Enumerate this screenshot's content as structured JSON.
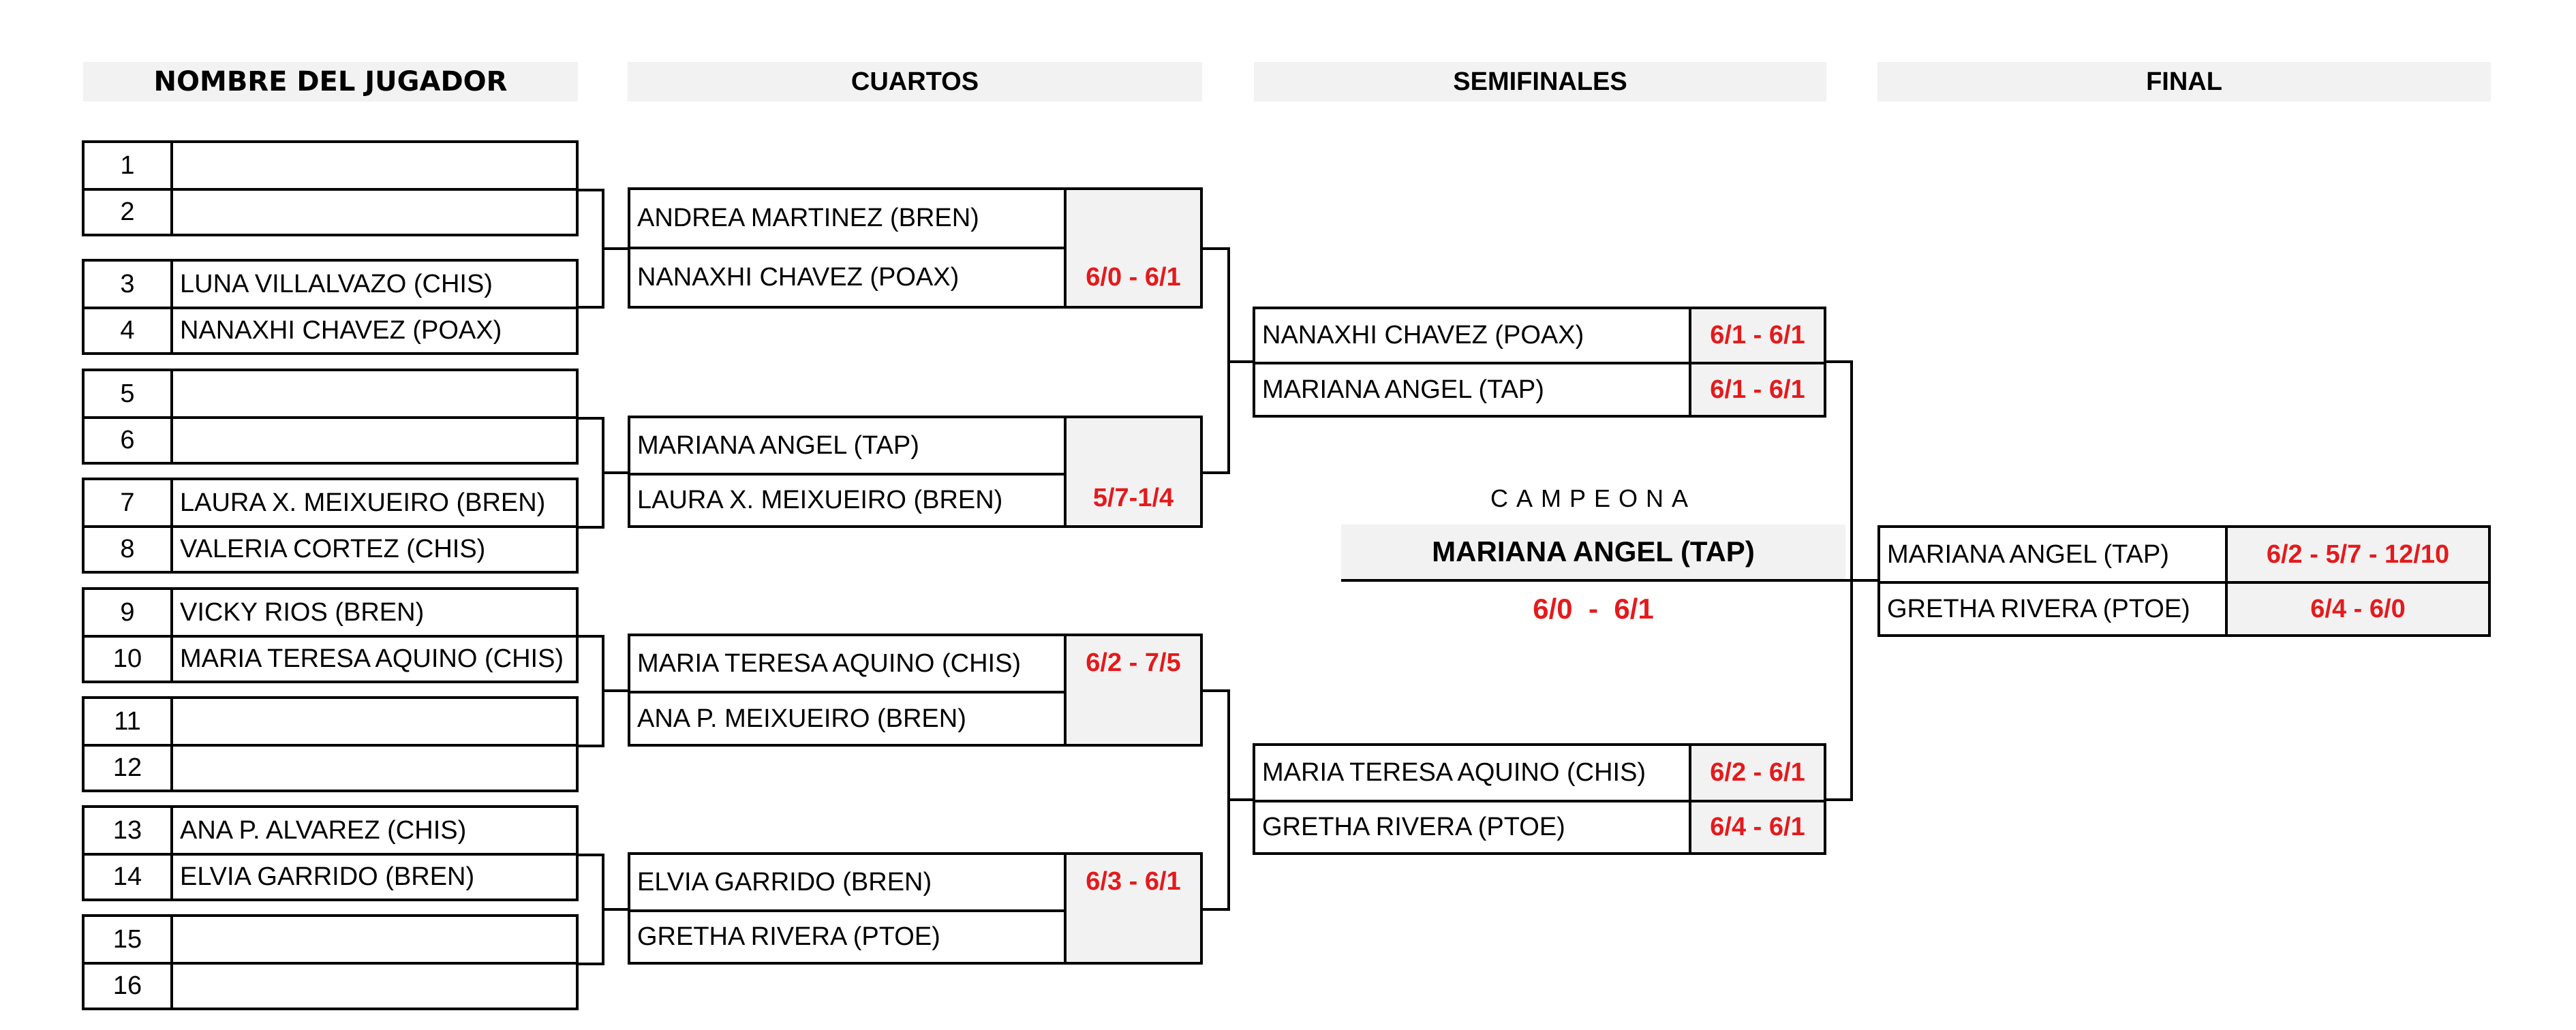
{
  "headers": {
    "players": "NOMBRE DEL JUGADOR",
    "quarters": "CUARTOS",
    "semis": "SEMIFINALES",
    "final": "FINAL"
  },
  "players": [
    {
      "num": "1",
      "name": ""
    },
    {
      "num": "2",
      "name": ""
    },
    {
      "num": "3",
      "name": "LUNA VILLALVAZO (CHIS)"
    },
    {
      "num": "4",
      "name": "NANAXHI CHAVEZ (POAX)"
    },
    {
      "num": "5",
      "name": ""
    },
    {
      "num": "6",
      "name": ""
    },
    {
      "num": "7",
      "name": "LAURA X. MEIXUEIRO (BREN)"
    },
    {
      "num": "8",
      "name": "VALERIA CORTEZ (CHIS)"
    },
    {
      "num": "9",
      "name": "VICKY RIOS (BREN)"
    },
    {
      "num": "10",
      "name": "MARIA TERESA AQUINO (CHIS)"
    },
    {
      "num": "11",
      "name": ""
    },
    {
      "num": "12",
      "name": ""
    },
    {
      "num": "13",
      "name": "ANA P. ALVAREZ (CHIS)"
    },
    {
      "num": "14",
      "name": "ELVIA GARRIDO (BREN)"
    },
    {
      "num": "15",
      "name": ""
    },
    {
      "num": "16",
      "name": ""
    }
  ],
  "quarters": [
    {
      "top": "ANDREA MARTINEZ (BREN)",
      "bottom": "NANAXHI CHAVEZ (POAX)",
      "score": "6/0 - 6/1"
    },
    {
      "top": "MARIANA ANGEL (TAP)",
      "bottom": "LAURA X. MEIXUEIRO (BREN)",
      "score": "5/7-1/4"
    },
    {
      "top": "MARIA TERESA AQUINO (CHIS)",
      "bottom": "ANA P. MEIXUEIRO (BREN)",
      "score": "6/2 - 7/5"
    },
    {
      "top": "ELVIA GARRIDO (BREN)",
      "bottom": "GRETHA RIVERA (PTOE)",
      "score": "6/3 - 6/1"
    }
  ],
  "semis": [
    {
      "top": "NANAXHI CHAVEZ (POAX)",
      "top_score": "6/1 - 6/1",
      "bottom": "MARIANA ANGEL (TAP)",
      "bottom_score": "6/1 - 6/1"
    },
    {
      "top": "MARIA TERESA AQUINO (CHIS)",
      "top_score": "6/2 - 6/1",
      "bottom": "GRETHA RIVERA (PTOE)",
      "bottom_score": "6/4 - 6/1"
    }
  ],
  "final": {
    "top": "MARIANA ANGEL (TAP)",
    "top_score": "6/2 - 5/7 - 12/10",
    "bottom": "GRETHA RIVERA (PTOE)",
    "bottom_score": "6/4 - 6/0"
  },
  "champion": {
    "label": "CAMPEONA",
    "name": "MARIANA ANGEL (TAP)",
    "score": "6/0  -  6/1"
  },
  "colors": {
    "score_red": "#e41a1c",
    "header_gray": "#f2f2f2"
  }
}
